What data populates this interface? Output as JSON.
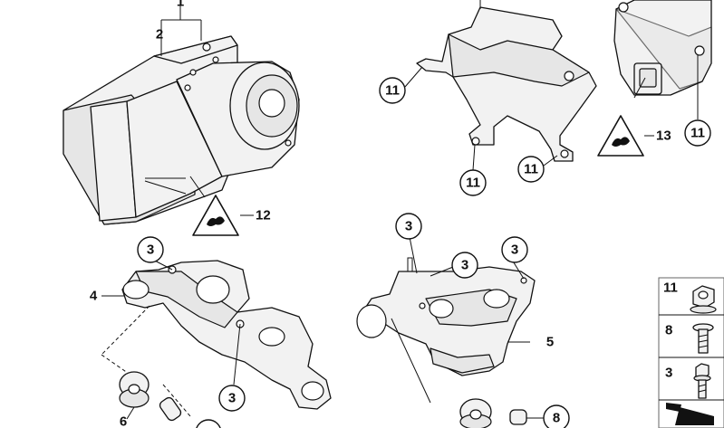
{
  "callouts": {
    "c1": "1",
    "c2": "2",
    "c3": "3",
    "c4": "4",
    "c5": "5",
    "c6": "6",
    "c8": "8",
    "c11": "11",
    "c12": "12",
    "c13": "13"
  },
  "legend": {
    "items": [
      {
        "number": "11",
        "icon": "nut-icon"
      },
      {
        "number": "8",
        "icon": "screw-icon"
      },
      {
        "number": "3",
        "icon": "bolt-icon"
      },
      {
        "number": "",
        "icon": "wedge-icon"
      }
    ]
  },
  "icons": {
    "warning": "warning-triangle-icon"
  }
}
